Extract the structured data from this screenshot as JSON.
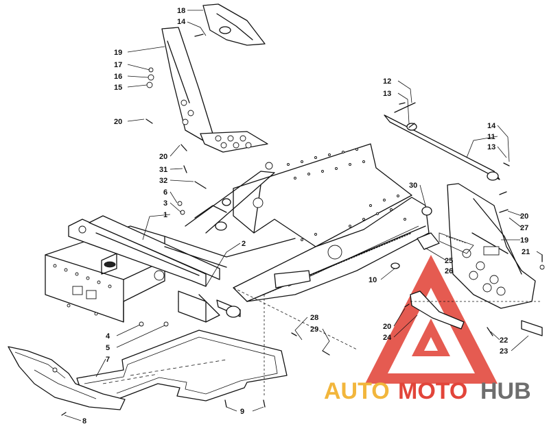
{
  "callouts": {
    "c1": "1",
    "c2": "2",
    "c3": "3",
    "c4": "4",
    "c5": "5",
    "c6": "6",
    "c7": "7",
    "c8": "8",
    "c9": "9",
    "c10": "10",
    "c11": "11",
    "c12": "12",
    "c13a": "13",
    "c13b": "13",
    "c14a": "14",
    "c14b": "14",
    "c15": "15",
    "c16": "16",
    "c17": "17",
    "c18": "18",
    "c19a": "19",
    "c19b": "19",
    "c20a": "20",
    "c20b": "20",
    "c20c": "20",
    "c20d": "20",
    "c21": "21",
    "c22": "22",
    "c23": "23",
    "c24": "24",
    "c25": "25",
    "c26": "26",
    "c27": "27",
    "c28": "28",
    "c29": "29",
    "c30": "30",
    "c31": "31",
    "c32": "32"
  },
  "watermark": {
    "auto": "AUTO",
    "moto": "MOTO",
    "hub": "HUB",
    "color_auto": "#f2b63c",
    "color_moto": "#e2453a",
    "color_hub": "#6e6e6e",
    "triangle_color": "#e2453a"
  }
}
